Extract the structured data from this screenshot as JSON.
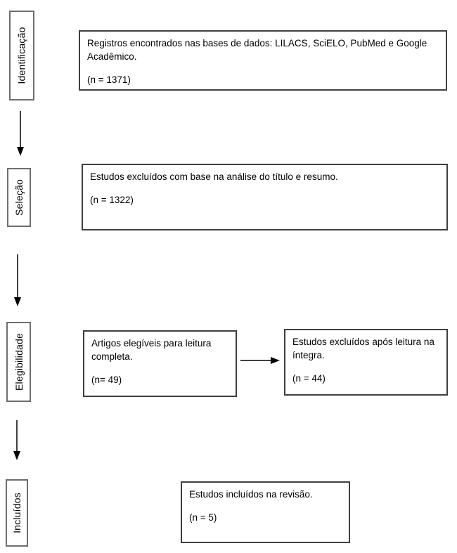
{
  "stages": [
    {
      "label": "Identificação"
    },
    {
      "label": "Seleção"
    },
    {
      "label": "Elegibilidade"
    },
    {
      "label": "Incluídos"
    }
  ],
  "boxes": [
    {
      "text": "Registros encontrados nas bases de dados: LILACS, SciELO, PubMed e Google Acadêmico.",
      "count": "(n = 1371)"
    },
    {
      "text": "Estudos excluídos com base na análise do título e resumo.",
      "count": "(n = 1322)"
    },
    {
      "text": "Artigos elegíveis para leitura completa.",
      "count": "(n= 49)"
    },
    {
      "text": "Estudos excluídos após leitura na íntegra.",
      "count": "(n = 44)"
    },
    {
      "text": "Estudos incluídos na revisão.",
      "count": "(n = 5)"
    }
  ],
  "arrows": [
    {
      "from": "Identificação",
      "to": "Seleção",
      "direction": "down"
    },
    {
      "from": "Seleção",
      "to": "Elegibilidade",
      "direction": "down"
    },
    {
      "from": "Elegibilidade",
      "to": "Incluídos",
      "direction": "down"
    },
    {
      "from": "Artigos elegíveis para leitura completa.",
      "to": "Estudos excluídos após leitura na íntegra.",
      "direction": "right"
    }
  ],
  "colors": {
    "background": "#ffffff",
    "text": "#000000",
    "box_border": "#3f3f3f",
    "stage_border": "#6e6e6e",
    "arrow": "#000000"
  }
}
